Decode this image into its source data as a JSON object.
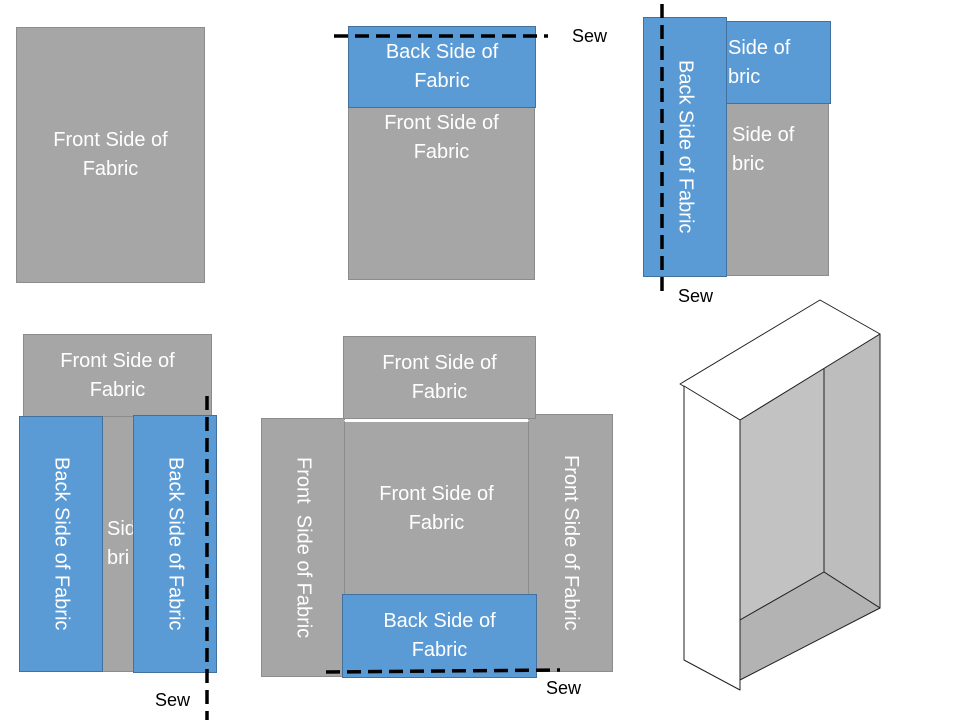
{
  "labels": {
    "front": "Front Side of\nFabric",
    "back": "Back Side of\nFabric",
    "back_vertical": "Back Side of Fabric",
    "front_vertical": "Front Side of Fabric",
    "front_vertical_spaced": "Front  Side of Fabric",
    "partial_back": "Side of\nbric",
    "partial_front": "Side of\nbric",
    "partial_front_step4": "Sid\nbri"
  },
  "sew": {
    "label": "Sew"
  },
  "colors": {
    "fabric_front": "#a6a6a6",
    "fabric_back": "#5b9bd5",
    "sew_line": "#000000"
  }
}
